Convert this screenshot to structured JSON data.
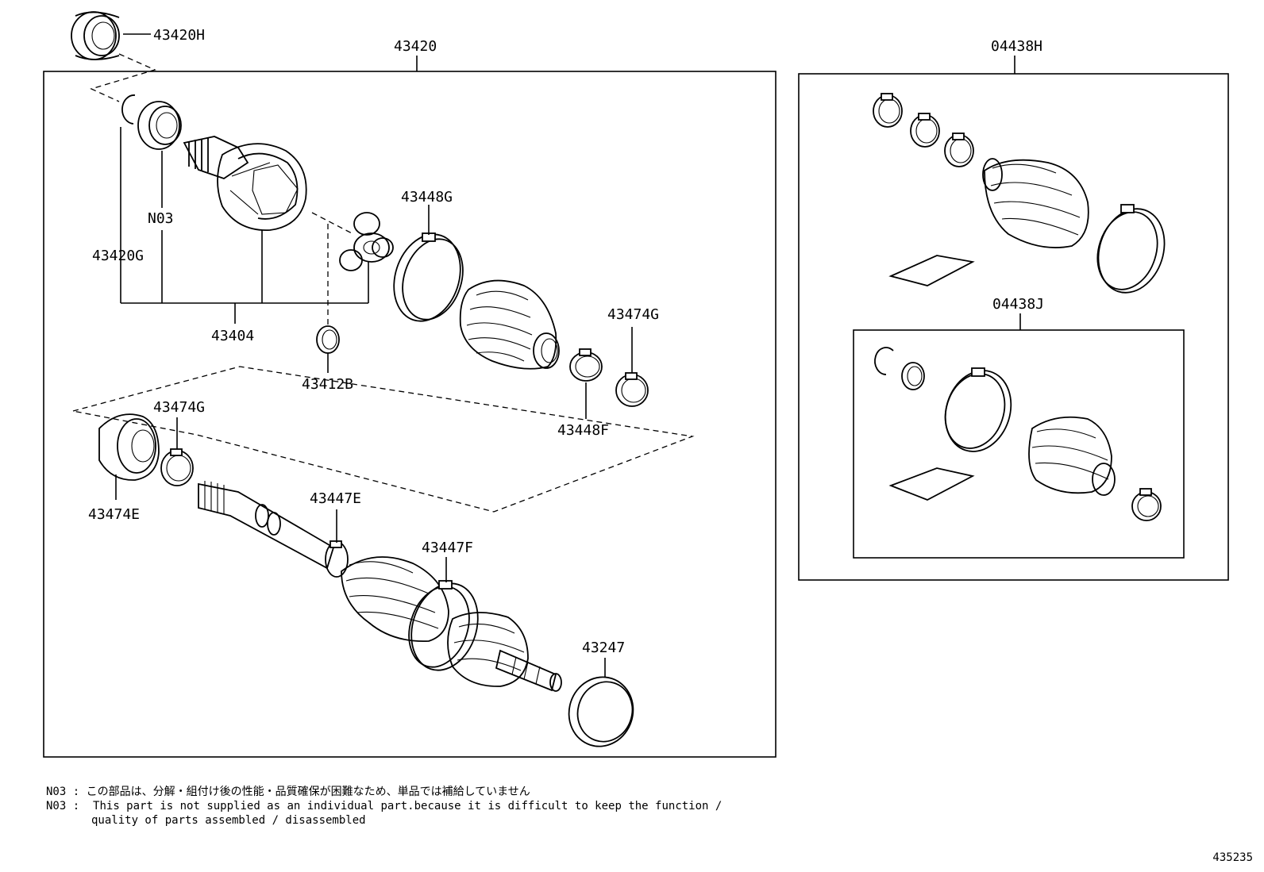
{
  "labels": {
    "p43420H": "43420H",
    "p43420": "43420",
    "p04438H": "04438H",
    "p43448G": "43448G",
    "pN03": "N03",
    "p43420G": "43420G",
    "p43404": "43404",
    "p43412B": "43412B",
    "p43474G_a": "43474G",
    "p43448F": "43448F",
    "p43474G_b": "43474G",
    "p43474E": "43474E",
    "p43447E": "43447E",
    "p43447F": "43447F",
    "p43247": "43247",
    "p04438J": "04438J"
  },
  "notes": {
    "jp_code": "N03",
    "jp_sep": ":",
    "jp_text": "この部品は、分解・組付け後の性能・品質確保が困難なため、単品では補給していません",
    "en_code": "N03",
    "en_sep": ":",
    "en_line1": "This part is not supplied as an individual part.because it is difficult to keep the function /",
    "en_line2": "quality of parts assembled / disassembled"
  },
  "diagram_id": "435235"
}
